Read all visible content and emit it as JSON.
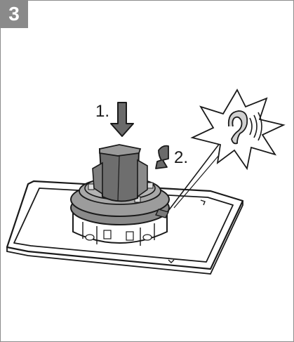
{
  "step": {
    "number": "3"
  },
  "labels": {
    "push": "1.",
    "turn": "2."
  },
  "icons": {
    "push_arrow": "down-arrow",
    "turn_arrow": "curved-arrow",
    "sound": "ear-click-starburst"
  },
  "colors": {
    "badge": "#8a8a8a",
    "frame": "#8c8c8c",
    "part_dark": "#6e6e6e",
    "part_mid": "#9a9a9a",
    "part_light": "#c8c8c8",
    "outline": "#1a1a1a"
  }
}
